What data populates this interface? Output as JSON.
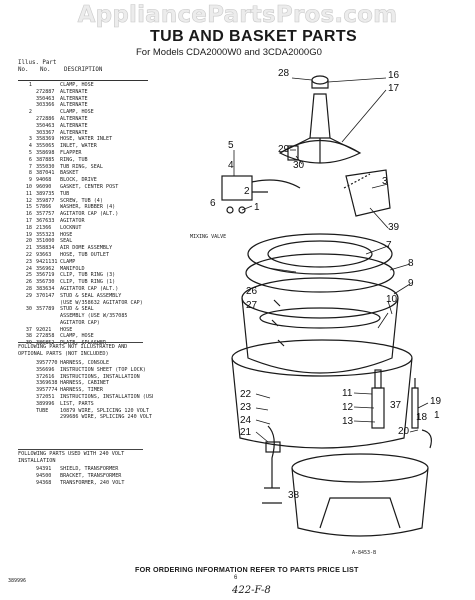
{
  "watermark": "AppliancePartsPros.com",
  "title": "TUB AND BASKET PARTS",
  "subtitle": "For Models CDA2000W0 and 3CDA2000G0",
  "header": {
    "illus": "Illus. Part",
    "no": "No.",
    "part_no": "No.",
    "description": "DESCRIPTION"
  },
  "parts": [
    {
      "no": "1",
      "pn": "",
      "desc": "CLAMP, HOSE"
    },
    {
      "no": "",
      "pn": "272887",
      "desc": "ALTERNATE"
    },
    {
      "no": "",
      "pn": "350463",
      "desc": "ALTERNATE"
    },
    {
      "no": "",
      "pn": "303366",
      "desc": "ALTERNATE"
    },
    {
      "no": "2",
      "pn": "",
      "desc": "CLAMP, HOSE"
    },
    {
      "no": "",
      "pn": "272886",
      "desc": "ALTERNATE"
    },
    {
      "no": "",
      "pn": "350463",
      "desc": "ALTERNATE"
    },
    {
      "no": "",
      "pn": "303367",
      "desc": "ALTERNATE"
    },
    {
      "no": "3",
      "pn": "358369",
      "desc": "HOSE, WATER INLET"
    },
    {
      "no": "4",
      "pn": "355065",
      "desc": "INLET, WATER"
    },
    {
      "no": "5",
      "pn": "358698",
      "desc": "FLAPPER"
    },
    {
      "no": "6",
      "pn": "387885",
      "desc": "RING, TUB"
    },
    {
      "no": "7",
      "pn": "355030",
      "desc": "TUB RING, SEAL"
    },
    {
      "no": "8",
      "pn": "387041",
      "desc": "BASKET"
    },
    {
      "no": "9",
      "pn": "94068",
      "desc": "BLOCK, DRIVE"
    },
    {
      "no": "10",
      "pn": "96090",
      "desc": "GASKET, CENTER POST"
    },
    {
      "no": "11",
      "pn": "389735",
      "desc": "TUB"
    },
    {
      "no": "12",
      "pn": "359877",
      "desc": "SCREW, TUB (4)"
    },
    {
      "no": "15",
      "pn": "57866",
      "desc": "WASHER, RUBBER (4)"
    },
    {
      "no": "16",
      "pn": "357757",
      "desc": "AGITATOR CAP (ALT.)"
    },
    {
      "no": "17",
      "pn": "367633",
      "desc": "AGITATOR"
    },
    {
      "no": "18",
      "pn": "21366",
      "desc": "LOCKNUT"
    },
    {
      "no": "19",
      "pn": "355323",
      "desc": "HOSE"
    },
    {
      "no": "20",
      "pn": "351000",
      "desc": "SEAL"
    },
    {
      "no": "21",
      "pn": "358834",
      "desc": "AIR DOME ASSEMBLY"
    },
    {
      "no": "22",
      "pn": "93663",
      "desc": "HOSE, TUB OUTLET"
    },
    {
      "no": "23",
      "pn": "9421131",
      "desc": "CLAMP"
    },
    {
      "no": "24",
      "pn": "356962",
      "desc": "MANIFOLD"
    },
    {
      "no": "25",
      "pn": "356719",
      "desc": "CLIP, TUB RING (3)"
    },
    {
      "no": "26",
      "pn": "356730",
      "desc": "CLIP, TUB RING (1)"
    },
    {
      "no": "28",
      "pn": "383634",
      "desc": "AGITATOR CAP (ALT.)"
    },
    {
      "no": "29",
      "pn": "370147",
      "desc": "STUD & SEAL ASSEMBLY"
    },
    {
      "no": "",
      "pn": "",
      "desc": "(USE W/358632 AGITATOR CAP)"
    },
    {
      "no": "30",
      "pn": "357789",
      "desc": "STUD & SEAL"
    },
    {
      "no": "",
      "pn": "",
      "desc": "ASSEMBLY (USE W/357085"
    },
    {
      "no": "",
      "pn": "",
      "desc": "AGITATOR CAP)"
    },
    {
      "no": "37",
      "pn": "92021",
      "desc": "HOSE"
    },
    {
      "no": "38",
      "pn": "272858",
      "desc": "CLAMP, HOSE"
    },
    {
      "no": "39",
      "pn": "386852",
      "desc": "PLATE, SPLASHER"
    }
  ],
  "not_illustrated": {
    "heading": "FOLLOWING PARTS NOT ILLUSTRATED AND OPTIONAL PARTS (NOT INCLUDED)",
    "items": [
      {
        "pn": "3957770",
        "desc": "HARNESS, CONSOLE"
      },
      {
        "pn": "356696",
        "desc": "INSTRUCTION SHEET (TOP LOCK)"
      },
      {
        "pn": "372616",
        "desc": "INSTRUCTIONS, INSTALLATION"
      },
      {
        "pn": "3369638",
        "desc": "HARNESS, CABINET"
      },
      {
        "pn": "3957774",
        "desc": "HARNESS, TIMER"
      },
      {
        "pn": "372051",
        "desc": "INSTRUCTIONS, INSTALLATION (USE W/CDA2000G0)"
      },
      {
        "pn": "389996",
        "desc": "LIST, PARTS"
      },
      {
        "pn": "TUBE",
        "desc": "10879 WIRE, SPLICING 120 VOLT"
      },
      {
        "pn": "",
        "desc": "299686 WIRE, SPLICING 240 VOLT"
      }
    ]
  },
  "volt_240": {
    "heading": "FOLLOWING PARTS USED WITH 240 VOLT INSTALLATION",
    "items": [
      {
        "pn": "94391",
        "desc": "SHIELD, TRANSFORMER"
      },
      {
        "pn": "94500",
        "desc": "BRACKET, TRANSFORMER"
      },
      {
        "pn": "94368",
        "desc": "TRANSFORMER, 240 VOLT"
      }
    ]
  },
  "diagram": {
    "mixing_valve_label": "MIXING VALVE",
    "figure_code": "A-8453-B",
    "callouts": [
      "28",
      "16",
      "17",
      "29",
      "30",
      "5",
      "3",
      "39",
      "2",
      "4",
      "6",
      "1",
      "7",
      "8",
      "9",
      "10",
      "26",
      "27",
      "22",
      "23",
      "24",
      "21",
      "11",
      "12",
      "13",
      "19",
      "20",
      "37",
      "18",
      "38",
      "1"
    ]
  },
  "footer": "FOR ORDERING INFORMATION REFER TO PARTS PRICE LIST",
  "page_number": "6",
  "hand_code": "422-F-8",
  "corner_code": "389996"
}
